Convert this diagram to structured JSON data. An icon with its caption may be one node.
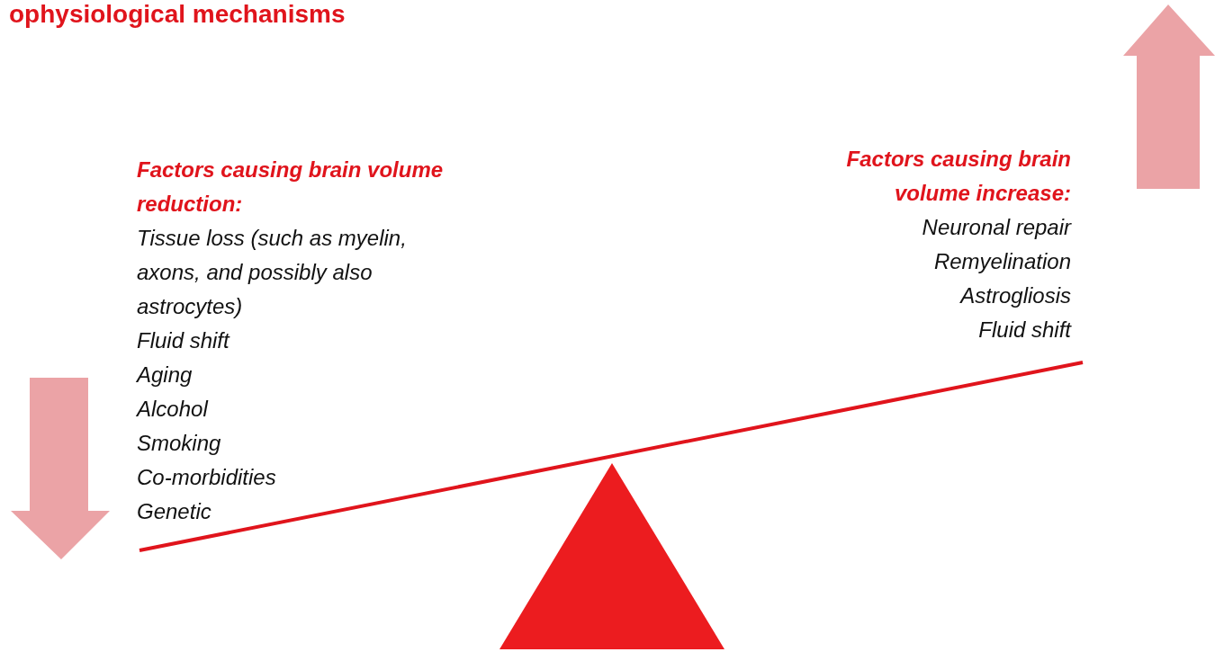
{
  "diagram": {
    "title": "ophysiological mechanisms",
    "nodes": [
      {
        "text": [
          "Factors causing brain volume reduction:",
          "Tissue loss (such as myelin, axons, and possibly also astrocytes)",
          "Fluid shift",
          "Aging",
          "Alcohol",
          "Smoking",
          "Co-morbidities",
          "Genetic"
        ]
      },
      {
        "text": [
          "Factors causing brain volume increase:",
          "Neuronal repair",
          "Remyelination",
          "Astrogliosis",
          "Fluid shift"
        ]
      }
    ]
  }
}
